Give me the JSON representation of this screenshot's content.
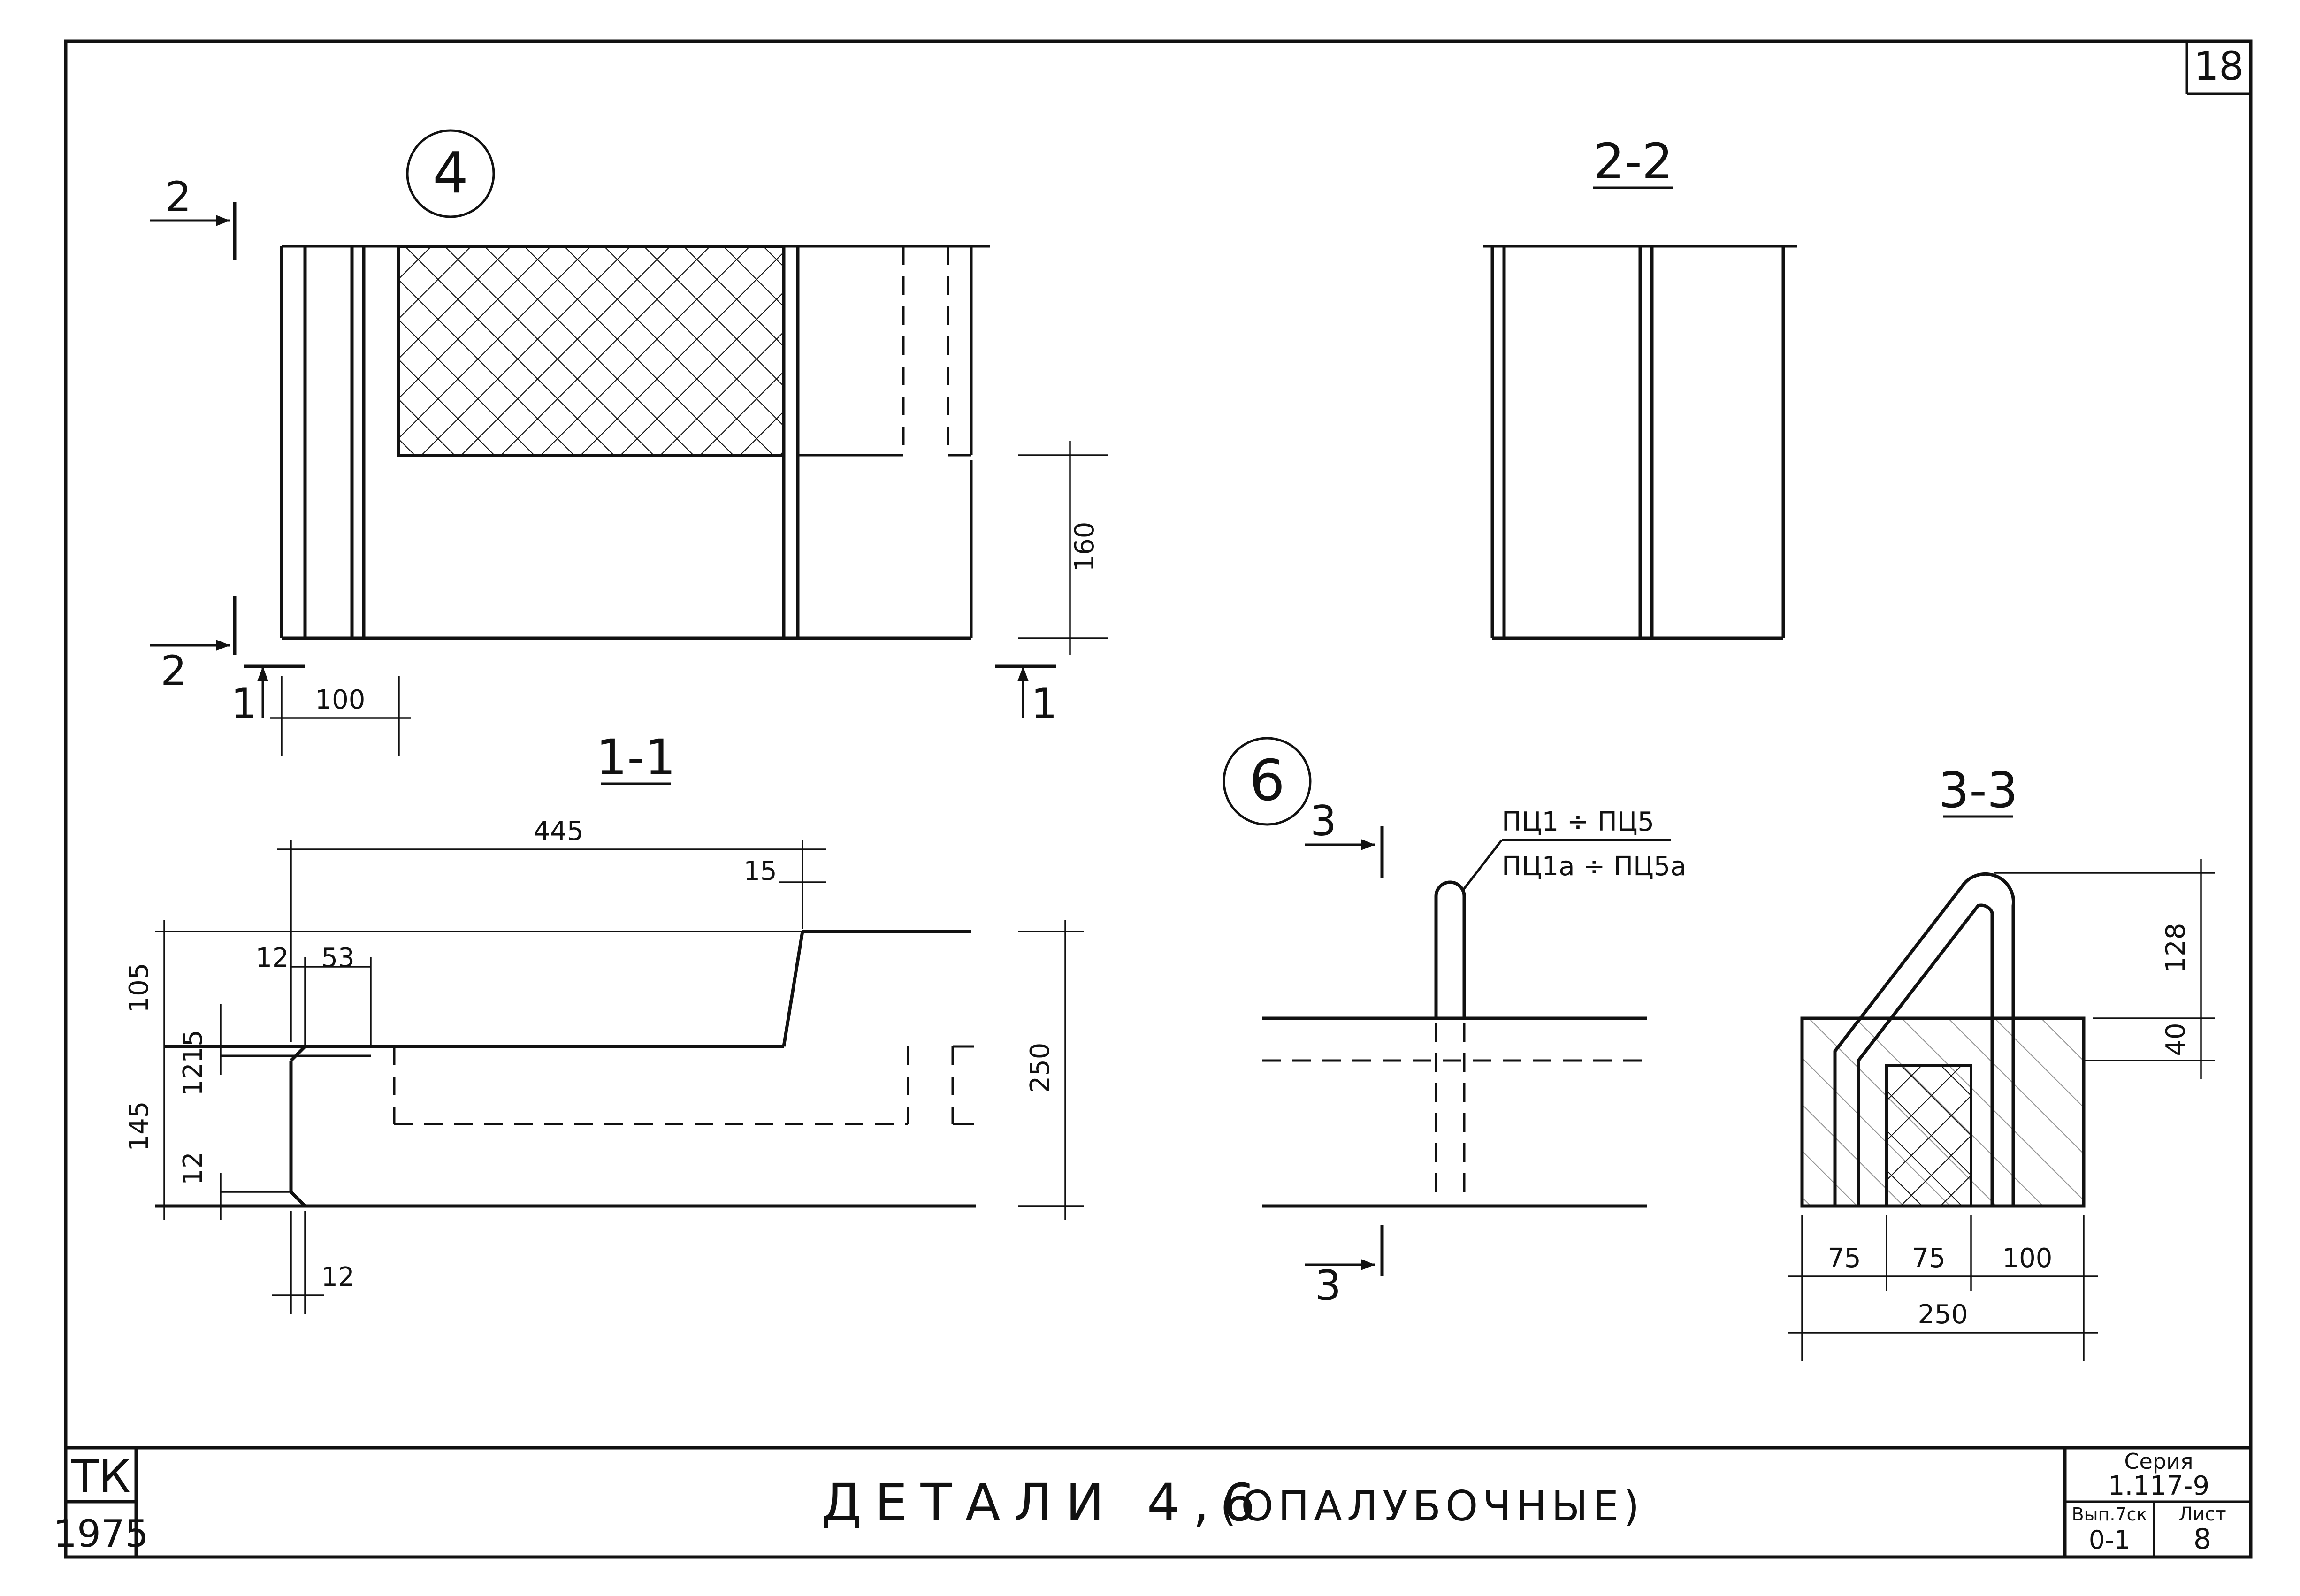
{
  "sheet": {
    "page_number": "18",
    "title": "ДЕТАЛИ 4,6",
    "title_note": "(ОПАЛУБОЧНЫЕ)",
    "stamp_org": "ТК",
    "stamp_year": "1975",
    "series_label": "Серия",
    "series_value": "1.117-9",
    "issue_label": "Вып.7ск",
    "issue_value": "0-1",
    "list_label": "Лист",
    "list_value": "8"
  },
  "detail4": {
    "marker": "4",
    "section_mark": "2",
    "cut_mark": "1",
    "dim_100": "100",
    "dim_160": "160"
  },
  "section22": {
    "title": "2-2"
  },
  "section11": {
    "title": "1-1",
    "dim_445": "445",
    "dim_15": "15",
    "dim_105": "105",
    "dim_12a": "12",
    "dim_53": "53",
    "dim_12b": "12",
    "dim_15b": "15",
    "dim_145": "145",
    "dim_12c": "12",
    "dim_12d": "12",
    "dim_250": "250"
  },
  "detail6": {
    "marker": "6",
    "section_mark": "3",
    "callout_top": "ПЦ1 ÷ ПЦ5",
    "callout_bottom": "ПЦ1а ÷ ПЦ5а"
  },
  "section33": {
    "title": "3-3",
    "dim_128": "128",
    "dim_40": "40",
    "dim_75a": "75",
    "dim_75b": "75",
    "dim_100": "100",
    "dim_250": "250"
  }
}
